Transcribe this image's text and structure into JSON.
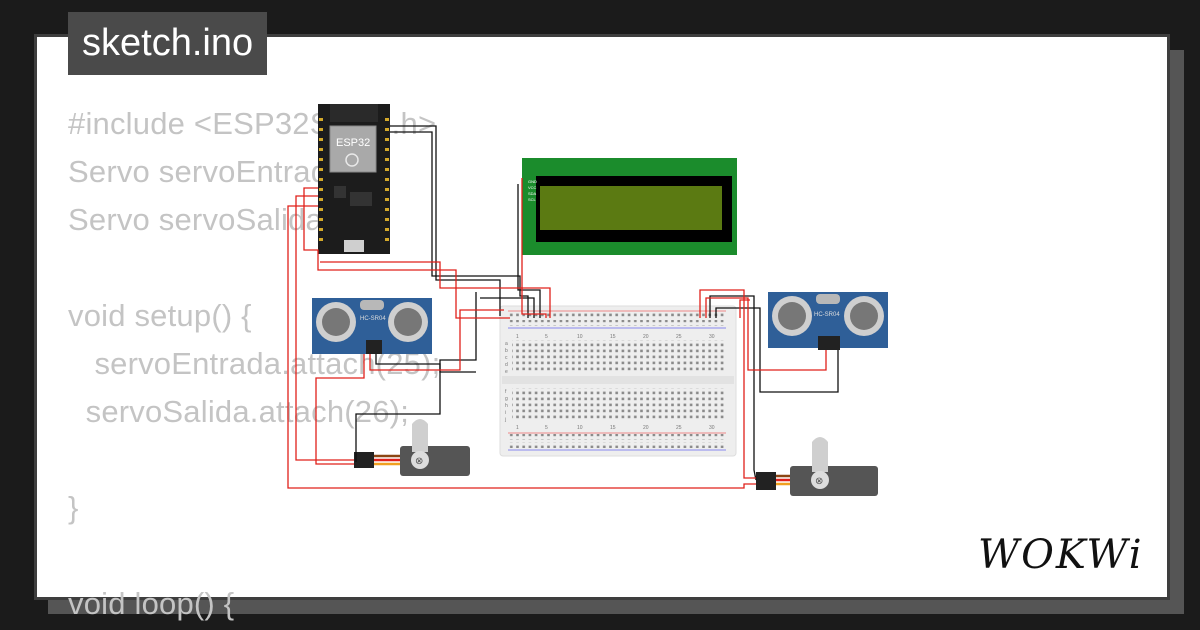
{
  "tab": {
    "filename": "sketch.ino"
  },
  "code_lines": [
    "#include <ESP32Servo.h>",
    "Servo servoEntrada;",
    "Servo servoSalida;",
    "",
    "void setup() {",
    "   servoEntrada.attach(25);",
    "  servoSalida.attach(26);",
    "",
    "}",
    "",
    "void loop() {"
  ],
  "diagram": {
    "esp32_label": "ESP32",
    "sensor_label": "HC-SR04",
    "lcd_pins": [
      "GND",
      "VCC",
      "SDA",
      "SCL"
    ],
    "breadboard_numbers": [
      "1",
      "5",
      "10",
      "15",
      "20",
      "25",
      "30"
    ],
    "breadboard_rows_top": [
      "a",
      "b",
      "c",
      "d",
      "e"
    ],
    "breadboard_rows_bottom": [
      "f",
      "g",
      "h",
      "i",
      "j"
    ]
  },
  "brand": {
    "logo_text": "WOKWi"
  },
  "colors": {
    "background": "#1b1b1b",
    "card": "#ffffff",
    "code_text": "#c4c4c4",
    "tab_bg": "#4a4a4a",
    "lcd_green": "#1a8a2a",
    "lcd_screen": "#5b7a12",
    "sensor_blue": "#2f5f98",
    "wire_red": "#e0201a",
    "wire_black": "#111111"
  }
}
